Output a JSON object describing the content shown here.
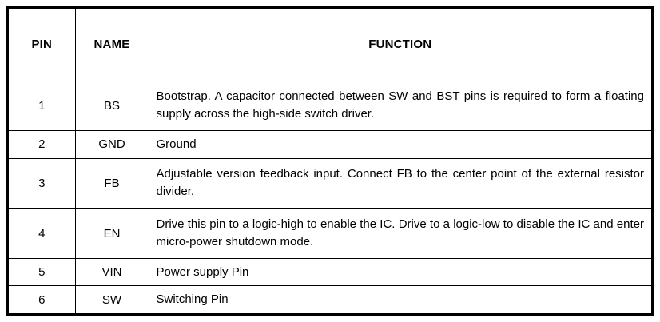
{
  "table": {
    "headers": {
      "pin": "PIN",
      "name": "NAME",
      "function": "FUNCTION"
    },
    "rows": [
      {
        "pin": "1",
        "name": "BS",
        "function": "Bootstrap. A capacitor connected between SW and BST pins is required to form a floating supply across the high-side switch driver."
      },
      {
        "pin": "2",
        "name": "GND",
        "function": "Ground"
      },
      {
        "pin": "3",
        "name": "FB",
        "function": "Adjustable version feedback input. Connect FB to the center point of the external resistor divider."
      },
      {
        "pin": "4",
        "name": "EN",
        "function": "Drive this pin to a logic-high to enable the IC. Drive to a logic-low to disable the IC and enter micro-power shutdown mode."
      },
      {
        "pin": "5",
        "name": "VIN",
        "function": "Power supply Pin"
      },
      {
        "pin": "6",
        "name": "SW",
        "function": "Switching Pin"
      }
    ]
  },
  "colors": {
    "border": "#000000",
    "background": "#ffffff",
    "text": "#000000"
  }
}
